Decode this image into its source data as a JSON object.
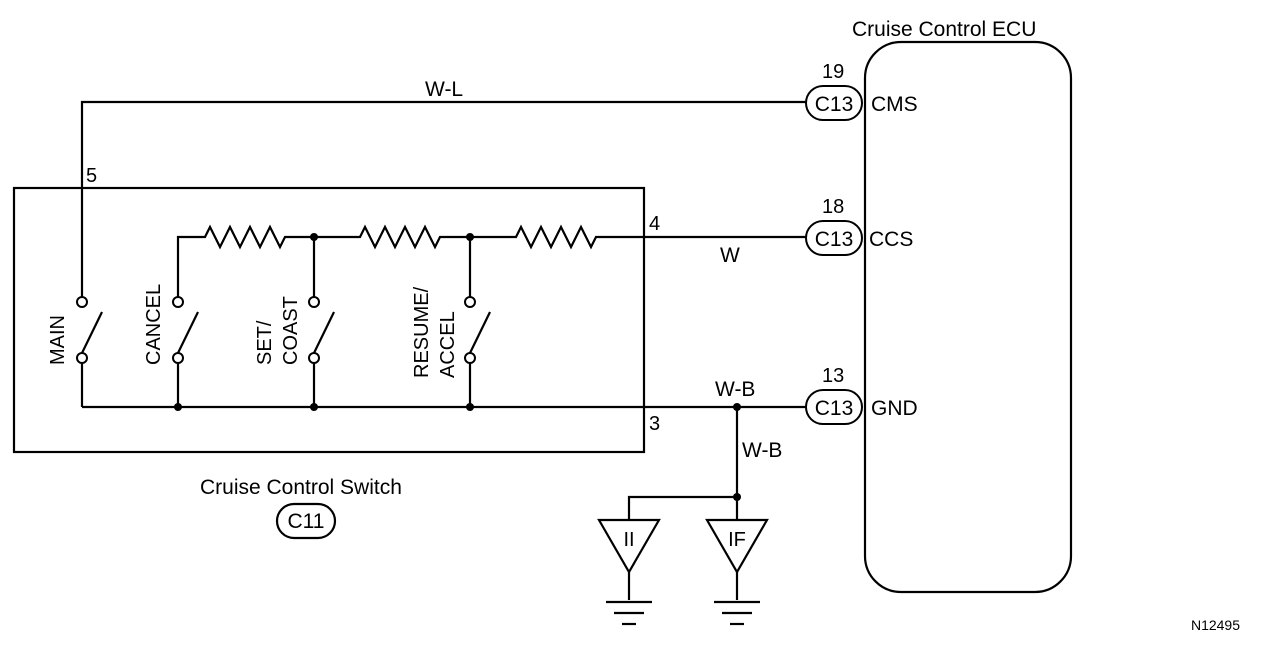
{
  "ecu": {
    "title": "Cruise Control ECU",
    "pins": [
      {
        "number": "19",
        "connector": "C13",
        "name": "CMS"
      },
      {
        "number": "18",
        "connector": "C13",
        "name": "CCS"
      },
      {
        "number": "13",
        "connector": "C13",
        "name": "GND"
      }
    ]
  },
  "switch_assembly": {
    "title": "Cruise Control Switch",
    "connector": "C11",
    "terminals": {
      "t5": "5",
      "t4": "4",
      "t3": "3"
    },
    "switches": [
      {
        "line1": "MAIN",
        "line2": ""
      },
      {
        "line1": "CANCEL",
        "line2": ""
      },
      {
        "line1": "SET/",
        "line2": "COAST"
      },
      {
        "line1": "RESUME/",
        "line2": "ACCEL"
      }
    ]
  },
  "wires": {
    "cms": "W-L",
    "ccs": "W",
    "gnd_h": "W-B",
    "gnd_v": "W-B"
  },
  "grounds": [
    {
      "label": "II"
    },
    {
      "label": "IF"
    }
  ],
  "figure_code": "N12495"
}
